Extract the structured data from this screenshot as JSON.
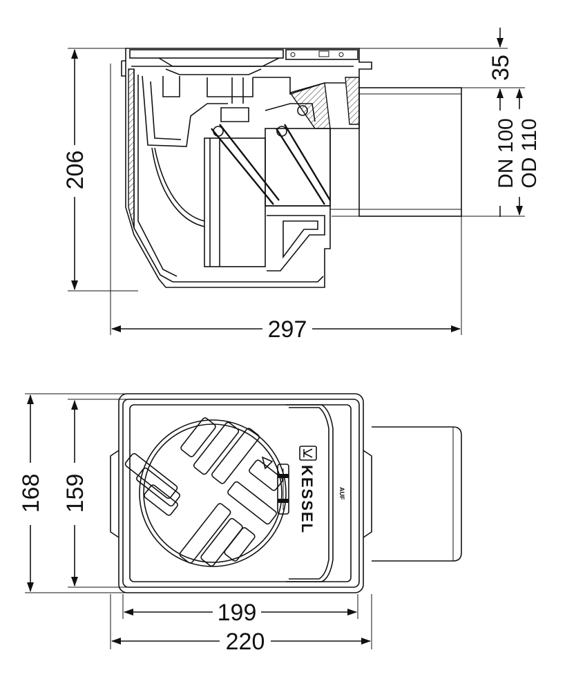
{
  "side_view": {
    "dim_overall_height": "206",
    "dim_top": "35",
    "dim_overall_length": "297",
    "dim_pipe_dn": "DN 100",
    "dim_pipe_od": "OD 110"
  },
  "top_view": {
    "dim_outer_height": "168",
    "dim_inner_height": "159",
    "dim_inner_width": "199",
    "dim_outer_width": "220",
    "brand": "KESSEL",
    "direction_label": "AUF"
  }
}
